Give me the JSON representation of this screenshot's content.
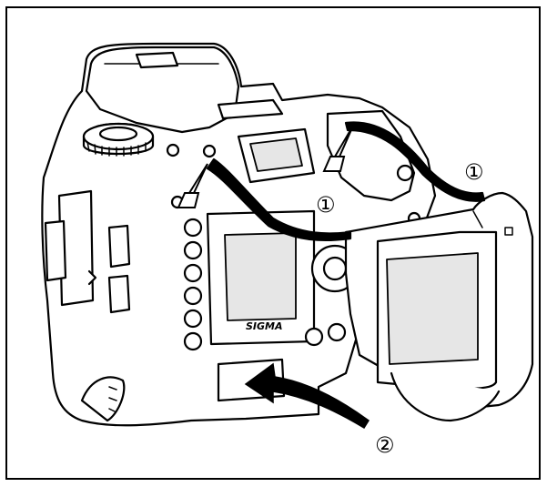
{
  "figure": {
    "brand_label": "SIGMA",
    "callouts": [
      {
        "id": "step-1-top-right",
        "label": "①"
      },
      {
        "id": "step-1-center",
        "label": "①"
      },
      {
        "id": "step-2-bottom",
        "label": "②"
      }
    ]
  },
  "colors": {
    "line": "#000000",
    "paper": "#ffffff",
    "screen": "#e6e6e6"
  }
}
